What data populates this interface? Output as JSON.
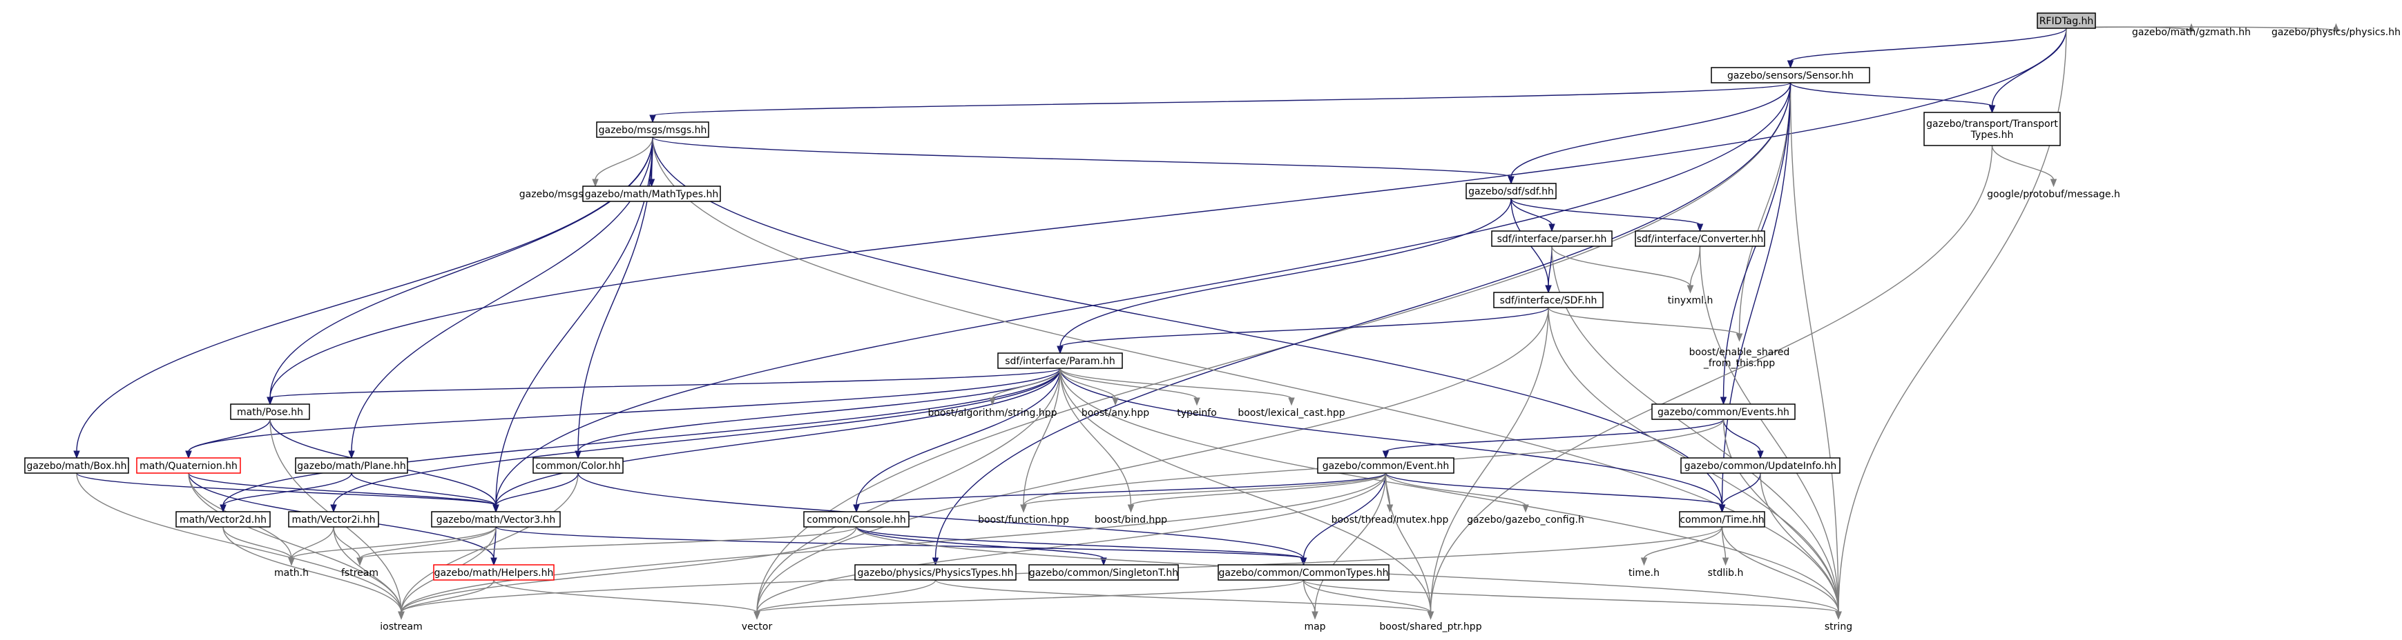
{
  "colors": {
    "edge": "#191970",
    "edge_to_external": "#7f7f7f",
    "node_border": "#000000",
    "external_border": "#bfbfbf",
    "warning_border": "#ff0000",
    "root_fill": "#bfbfbf"
  },
  "nodes": [
    {
      "id": "RFIDTag",
      "label": "RFIDTag.hh",
      "style": "root"
    },
    {
      "id": "Sensor",
      "label": "gazebo/sensors/Sensor.hh",
      "style": "normal"
    },
    {
      "id": "gzmath",
      "label": "gazebo/math/gzmath.hh",
      "style": "external"
    },
    {
      "id": "physics",
      "label": "gazebo/physics/physics.hh",
      "style": "external"
    },
    {
      "id": "msgs",
      "label": "gazebo/msgs/msgs.hh",
      "style": "normal"
    },
    {
      "id": "TransportTypes",
      "label": [
        "gazebo/transport/Transport",
        "Types.hh"
      ],
      "style": "normal"
    },
    {
      "id": "sdf",
      "label": "gazebo/sdf/sdf.hh",
      "style": "normal"
    },
    {
      "id": "MessageTypes",
      "label": "gazebo/msgs/MessageTypes.hh",
      "style": "external"
    },
    {
      "id": "MathTypes",
      "label": "gazebo/math/MathTypes.hh",
      "style": "normal"
    },
    {
      "id": "protobuf",
      "label": "google/protobuf/message.h",
      "style": "external"
    },
    {
      "id": "parser",
      "label": "sdf/interface/parser.hh",
      "style": "normal"
    },
    {
      "id": "Converter",
      "label": "sdf/interface/Converter.hh",
      "style": "normal"
    },
    {
      "id": "tinyxml",
      "label": "tinyxml.h",
      "style": "external"
    },
    {
      "id": "SDF",
      "label": "sdf/interface/SDF.hh",
      "style": "normal"
    },
    {
      "id": "enable_shared",
      "label": [
        "boost/enable_shared",
        "_from_this.hpp"
      ],
      "style": "external"
    },
    {
      "id": "Param",
      "label": "sdf/interface/Param.hh",
      "style": "normal"
    },
    {
      "id": "Pose",
      "label": "math/Pose.hh",
      "style": "normal"
    },
    {
      "id": "algstring",
      "label": "boost/algorithm/string.hpp",
      "style": "external"
    },
    {
      "id": "any",
      "label": "boost/any.hpp",
      "style": "external"
    },
    {
      "id": "typeinfo",
      "label": "typeinfo",
      "style": "external"
    },
    {
      "id": "lexical",
      "label": "boost/lexical_cast.hpp",
      "style": "external"
    },
    {
      "id": "Events",
      "label": "gazebo/common/Events.hh",
      "style": "normal"
    },
    {
      "id": "Box",
      "label": "gazebo/math/Box.hh",
      "style": "normal"
    },
    {
      "id": "Quaternion",
      "label": "math/Quaternion.hh",
      "style": "warning"
    },
    {
      "id": "Plane",
      "label": "gazebo/math/Plane.hh",
      "style": "normal"
    },
    {
      "id": "Color",
      "label": "common/Color.hh",
      "style": "normal"
    },
    {
      "id": "Event",
      "label": "gazebo/common/Event.hh",
      "style": "normal"
    },
    {
      "id": "UpdateInfo",
      "label": "gazebo/common/UpdateInfo.hh",
      "style": "normal"
    },
    {
      "id": "Vector2d",
      "label": "math/Vector2d.hh",
      "style": "normal"
    },
    {
      "id": "Vector2i",
      "label": "math/Vector2i.hh",
      "style": "normal"
    },
    {
      "id": "Vector3",
      "label": "gazebo/math/Vector3.hh",
      "style": "normal"
    },
    {
      "id": "Console",
      "label": "common/Console.hh",
      "style": "normal"
    },
    {
      "id": "function",
      "label": "boost/function.hpp",
      "style": "external"
    },
    {
      "id": "bind",
      "label": "boost/bind.hpp",
      "style": "external"
    },
    {
      "id": "mutex",
      "label": "boost/thread/mutex.hpp",
      "style": "external"
    },
    {
      "id": "gazebo_config",
      "label": "gazebo/gazebo_config.h",
      "style": "external"
    },
    {
      "id": "Time",
      "label": "common/Time.hh",
      "style": "normal"
    },
    {
      "id": "mathh",
      "label": "math.h",
      "style": "external"
    },
    {
      "id": "fstream",
      "label": "fstream",
      "style": "external"
    },
    {
      "id": "Helpers",
      "label": "gazebo/math/Helpers.hh",
      "style": "warning"
    },
    {
      "id": "PhysicsTypes",
      "label": "gazebo/physics/PhysicsTypes.hh",
      "style": "normal"
    },
    {
      "id": "SingletonT",
      "label": "gazebo/common/SingletonT.hh",
      "style": "normal"
    },
    {
      "id": "CommonTypes",
      "label": "gazebo/common/CommonTypes.hh",
      "style": "normal"
    },
    {
      "id": "timeh",
      "label": "time.h",
      "style": "external"
    },
    {
      "id": "stdlib",
      "label": "stdlib.h",
      "style": "external"
    },
    {
      "id": "iostream",
      "label": "iostream",
      "style": "external"
    },
    {
      "id": "vector",
      "label": "vector",
      "style": "external"
    },
    {
      "id": "map",
      "label": "map",
      "style": "external"
    },
    {
      "id": "shared_ptr",
      "label": "boost/shared_ptr.hpp",
      "style": "external"
    },
    {
      "id": "string",
      "label": "string",
      "style": "external"
    }
  ],
  "edges": [
    [
      "RFIDTag",
      "Sensor"
    ],
    [
      "RFIDTag",
      "gzmath"
    ],
    [
      "RFIDTag",
      "physics"
    ],
    [
      "RFIDTag",
      "TransportTypes"
    ],
    [
      "RFIDTag",
      "Pose"
    ],
    [
      "RFIDTag",
      "string"
    ],
    [
      "Sensor",
      "msgs"
    ],
    [
      "Sensor",
      "TransportTypes"
    ],
    [
      "Sensor",
      "sdf"
    ],
    [
      "Sensor",
      "enable_shared"
    ],
    [
      "Sensor",
      "Events"
    ],
    [
      "Sensor",
      "Time"
    ],
    [
      "Sensor",
      "vector"
    ],
    [
      "Sensor",
      "string"
    ],
    [
      "Sensor",
      "PhysicsTypes"
    ],
    [
      "Sensor",
      "Vector3"
    ],
    [
      "msgs",
      "MessageTypes"
    ],
    [
      "msgs",
      "MathTypes"
    ],
    [
      "msgs",
      "sdf"
    ],
    [
      "msgs",
      "Pose"
    ],
    [
      "msgs",
      "Box"
    ],
    [
      "msgs",
      "Plane"
    ],
    [
      "msgs",
      "Vector3"
    ],
    [
      "msgs",
      "Color"
    ],
    [
      "msgs",
      "Time"
    ],
    [
      "msgs",
      "string"
    ],
    [
      "TransportTypes",
      "protobuf"
    ],
    [
      "TransportTypes",
      "shared_ptr"
    ],
    [
      "sdf",
      "parser"
    ],
    [
      "sdf",
      "Converter"
    ],
    [
      "sdf",
      "SDF"
    ],
    [
      "sdf",
      "Param"
    ],
    [
      "parser",
      "SDF"
    ],
    [
      "parser",
      "tinyxml"
    ],
    [
      "parser",
      "string"
    ],
    [
      "Converter",
      "tinyxml"
    ],
    [
      "Converter",
      "string"
    ],
    [
      "SDF",
      "enable_shared"
    ],
    [
      "SDF",
      "Param"
    ],
    [
      "SDF",
      "string"
    ],
    [
      "SDF",
      "vector"
    ],
    [
      "SDF",
      "shared_ptr"
    ],
    [
      "Param",
      "Pose"
    ],
    [
      "Param",
      "Quaternion"
    ],
    [
      "Param",
      "Vector3"
    ],
    [
      "Param",
      "Vector2d"
    ],
    [
      "Param",
      "Vector2i"
    ],
    [
      "Param",
      "Color"
    ],
    [
      "Param",
      "Console"
    ],
    [
      "Param",
      "Time"
    ],
    [
      "Param",
      "algstring"
    ],
    [
      "Param",
      "any"
    ],
    [
      "Param",
      "typeinfo"
    ],
    [
      "Param",
      "lexical"
    ],
    [
      "Param",
      "function"
    ],
    [
      "Param",
      "bind"
    ],
    [
      "Param",
      "shared_ptr"
    ],
    [
      "Param",
      "vector"
    ],
    [
      "Param",
      "string"
    ],
    [
      "Pose",
      "Quaternion"
    ],
    [
      "Pose",
      "Vector3"
    ],
    [
      "Pose",
      "iostream"
    ],
    [
      "Events",
      "Event"
    ],
    [
      "Events",
      "UpdateInfo"
    ],
    [
      "Events",
      "string"
    ],
    [
      "Events",
      "function"
    ],
    [
      "Box",
      "Vector3"
    ],
    [
      "Box",
      "iostream"
    ],
    [
      "Quaternion",
      "Vector3"
    ],
    [
      "Quaternion",
      "Helpers"
    ],
    [
      "Quaternion",
      "mathh"
    ],
    [
      "Quaternion",
      "iostream"
    ],
    [
      "Plane",
      "Vector3"
    ],
    [
      "Plane",
      "Vector2d"
    ],
    [
      "Color",
      "Vector3"
    ],
    [
      "Color",
      "iostream"
    ],
    [
      "Color",
      "CommonTypes"
    ],
    [
      "Event",
      "function"
    ],
    [
      "Event",
      "bind"
    ],
    [
      "Event",
      "mutex"
    ],
    [
      "Event",
      "gazebo_config"
    ],
    [
      "Event",
      "Time"
    ],
    [
      "Event",
      "CommonTypes"
    ],
    [
      "Event",
      "Console"
    ],
    [
      "Event",
      "shared_ptr"
    ],
    [
      "Event",
      "vector"
    ],
    [
      "Event",
      "iostream"
    ],
    [
      "Event",
      "map"
    ],
    [
      "UpdateInfo",
      "Time"
    ],
    [
      "UpdateInfo",
      "string"
    ],
    [
      "Vector2d",
      "mathh"
    ],
    [
      "Vector2d",
      "iostream"
    ],
    [
      "Vector2i",
      "fstream"
    ],
    [
      "Vector2i",
      "mathh"
    ],
    [
      "Vector2i",
      "iostream"
    ],
    [
      "Vector3",
      "mathh"
    ],
    [
      "Vector3",
      "fstream"
    ],
    [
      "Vector3",
      "Helpers"
    ],
    [
      "Vector3",
      "iostream"
    ],
    [
      "Vector3",
      "CommonTypes"
    ],
    [
      "Console",
      "fstream"
    ],
    [
      "Console",
      "iostream"
    ],
    [
      "Console",
      "SingletonT"
    ],
    [
      "Console",
      "CommonTypes"
    ],
    [
      "Console",
      "string"
    ],
    [
      "Time",
      "timeh"
    ],
    [
      "Time",
      "stdlib"
    ],
    [
      "Time",
      "string"
    ],
    [
      "Time",
      "iostream"
    ],
    [
      "Helpers",
      "iostream"
    ],
    [
      "Helpers",
      "vector"
    ],
    [
      "PhysicsTypes",
      "vector"
    ],
    [
      "PhysicsTypes",
      "shared_ptr"
    ],
    [
      "CommonTypes",
      "vector"
    ],
    [
      "CommonTypes",
      "map"
    ],
    [
      "CommonTypes",
      "string"
    ],
    [
      "CommonTypes",
      "shared_ptr"
    ]
  ]
}
